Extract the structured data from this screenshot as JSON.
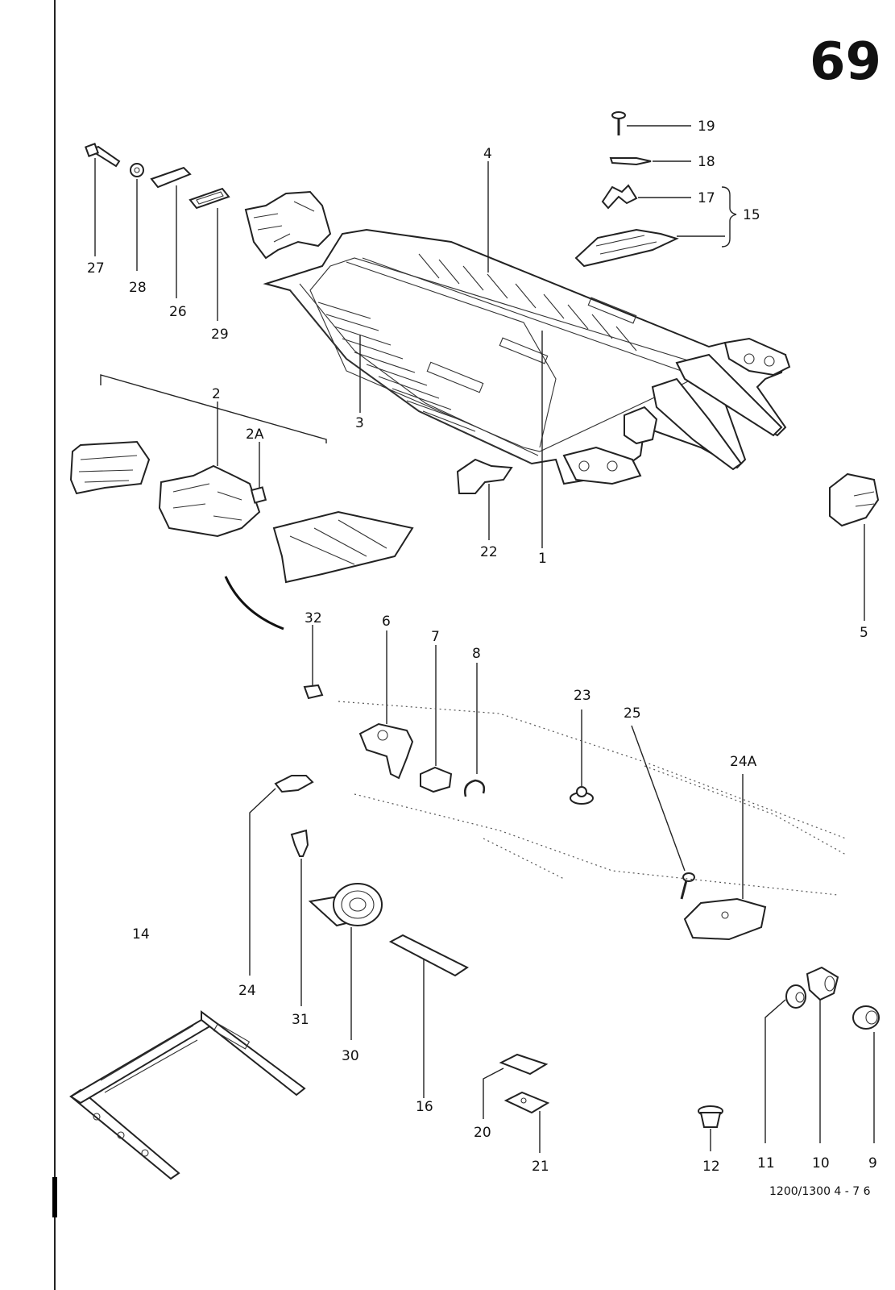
{
  "page_number": "69",
  "footer": "1200/1300  4 - 7 6",
  "callouts": {
    "c1": "1",
    "c2": "2",
    "c2a": "2A",
    "c3": "3",
    "c4": "4",
    "c5": "5",
    "c6": "6",
    "c7": "7",
    "c8": "8",
    "c9": "9",
    "c10": "10",
    "c11": "11",
    "c12": "12",
    "c14": "14",
    "c15": "15",
    "c16": "16",
    "c17": "17",
    "c18": "18",
    "c19": "19",
    "c20": "20",
    "c21": "21",
    "c22": "22",
    "c23": "23",
    "c24": "24",
    "c24a": "24A",
    "c25": "25",
    "c26": "26",
    "c27": "27",
    "c28": "28",
    "c29": "29",
    "c30": "30",
    "c31": "31",
    "c32": "32"
  }
}
